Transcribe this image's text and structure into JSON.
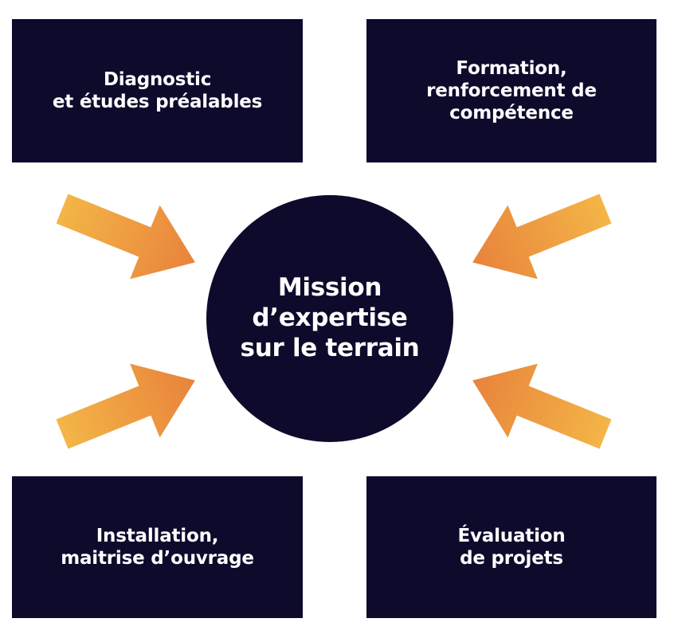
{
  "center": {
    "label": "Mission\nd’expertise\nsur le terrain"
  },
  "boxes": {
    "top_left": "Diagnostic\net études préalables",
    "top_right": "Formation,\nrenforcement de\ncompétence",
    "bottom_left": "Installation,\nmaitrise d’ouvrage",
    "bottom_right": "Évaluation\nde projets"
  },
  "colors": {
    "box_fill": "#0e0a2c",
    "text": "#ffffff",
    "arrow_light": "#f4b547",
    "arrow_dark": "#e8833c"
  }
}
